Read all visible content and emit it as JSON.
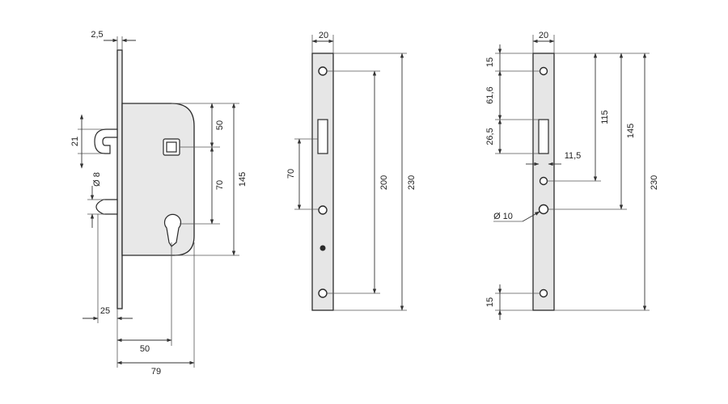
{
  "drawing": {
    "lock_body_view": {
      "dims": {
        "faceplate_thickness": "2,5",
        "hook_height": "21",
        "pin_diameter": "Ø 8",
        "top_to_spindle": "50",
        "spindle_to_cylinder": "70",
        "body_height": "145",
        "hook_offset": "25",
        "backset": "50",
        "body_depth": "79"
      }
    },
    "front_plate_view": {
      "dims": {
        "plate_width": "20",
        "bolt_slot_height": "70",
        "screw_spacing": "200",
        "plate_length": "230"
      }
    },
    "strike_plate_view": {
      "dims": {
        "plate_width": "20",
        "top_margin": "15",
        "dist_61": "61,6",
        "slot_height": "26,5",
        "slot_width": "11,5",
        "dist_115": "115",
        "dist_145": "145",
        "plate_length": "230",
        "hole_diameter": "Ø 10",
        "bottom_margin": "15"
      }
    }
  }
}
